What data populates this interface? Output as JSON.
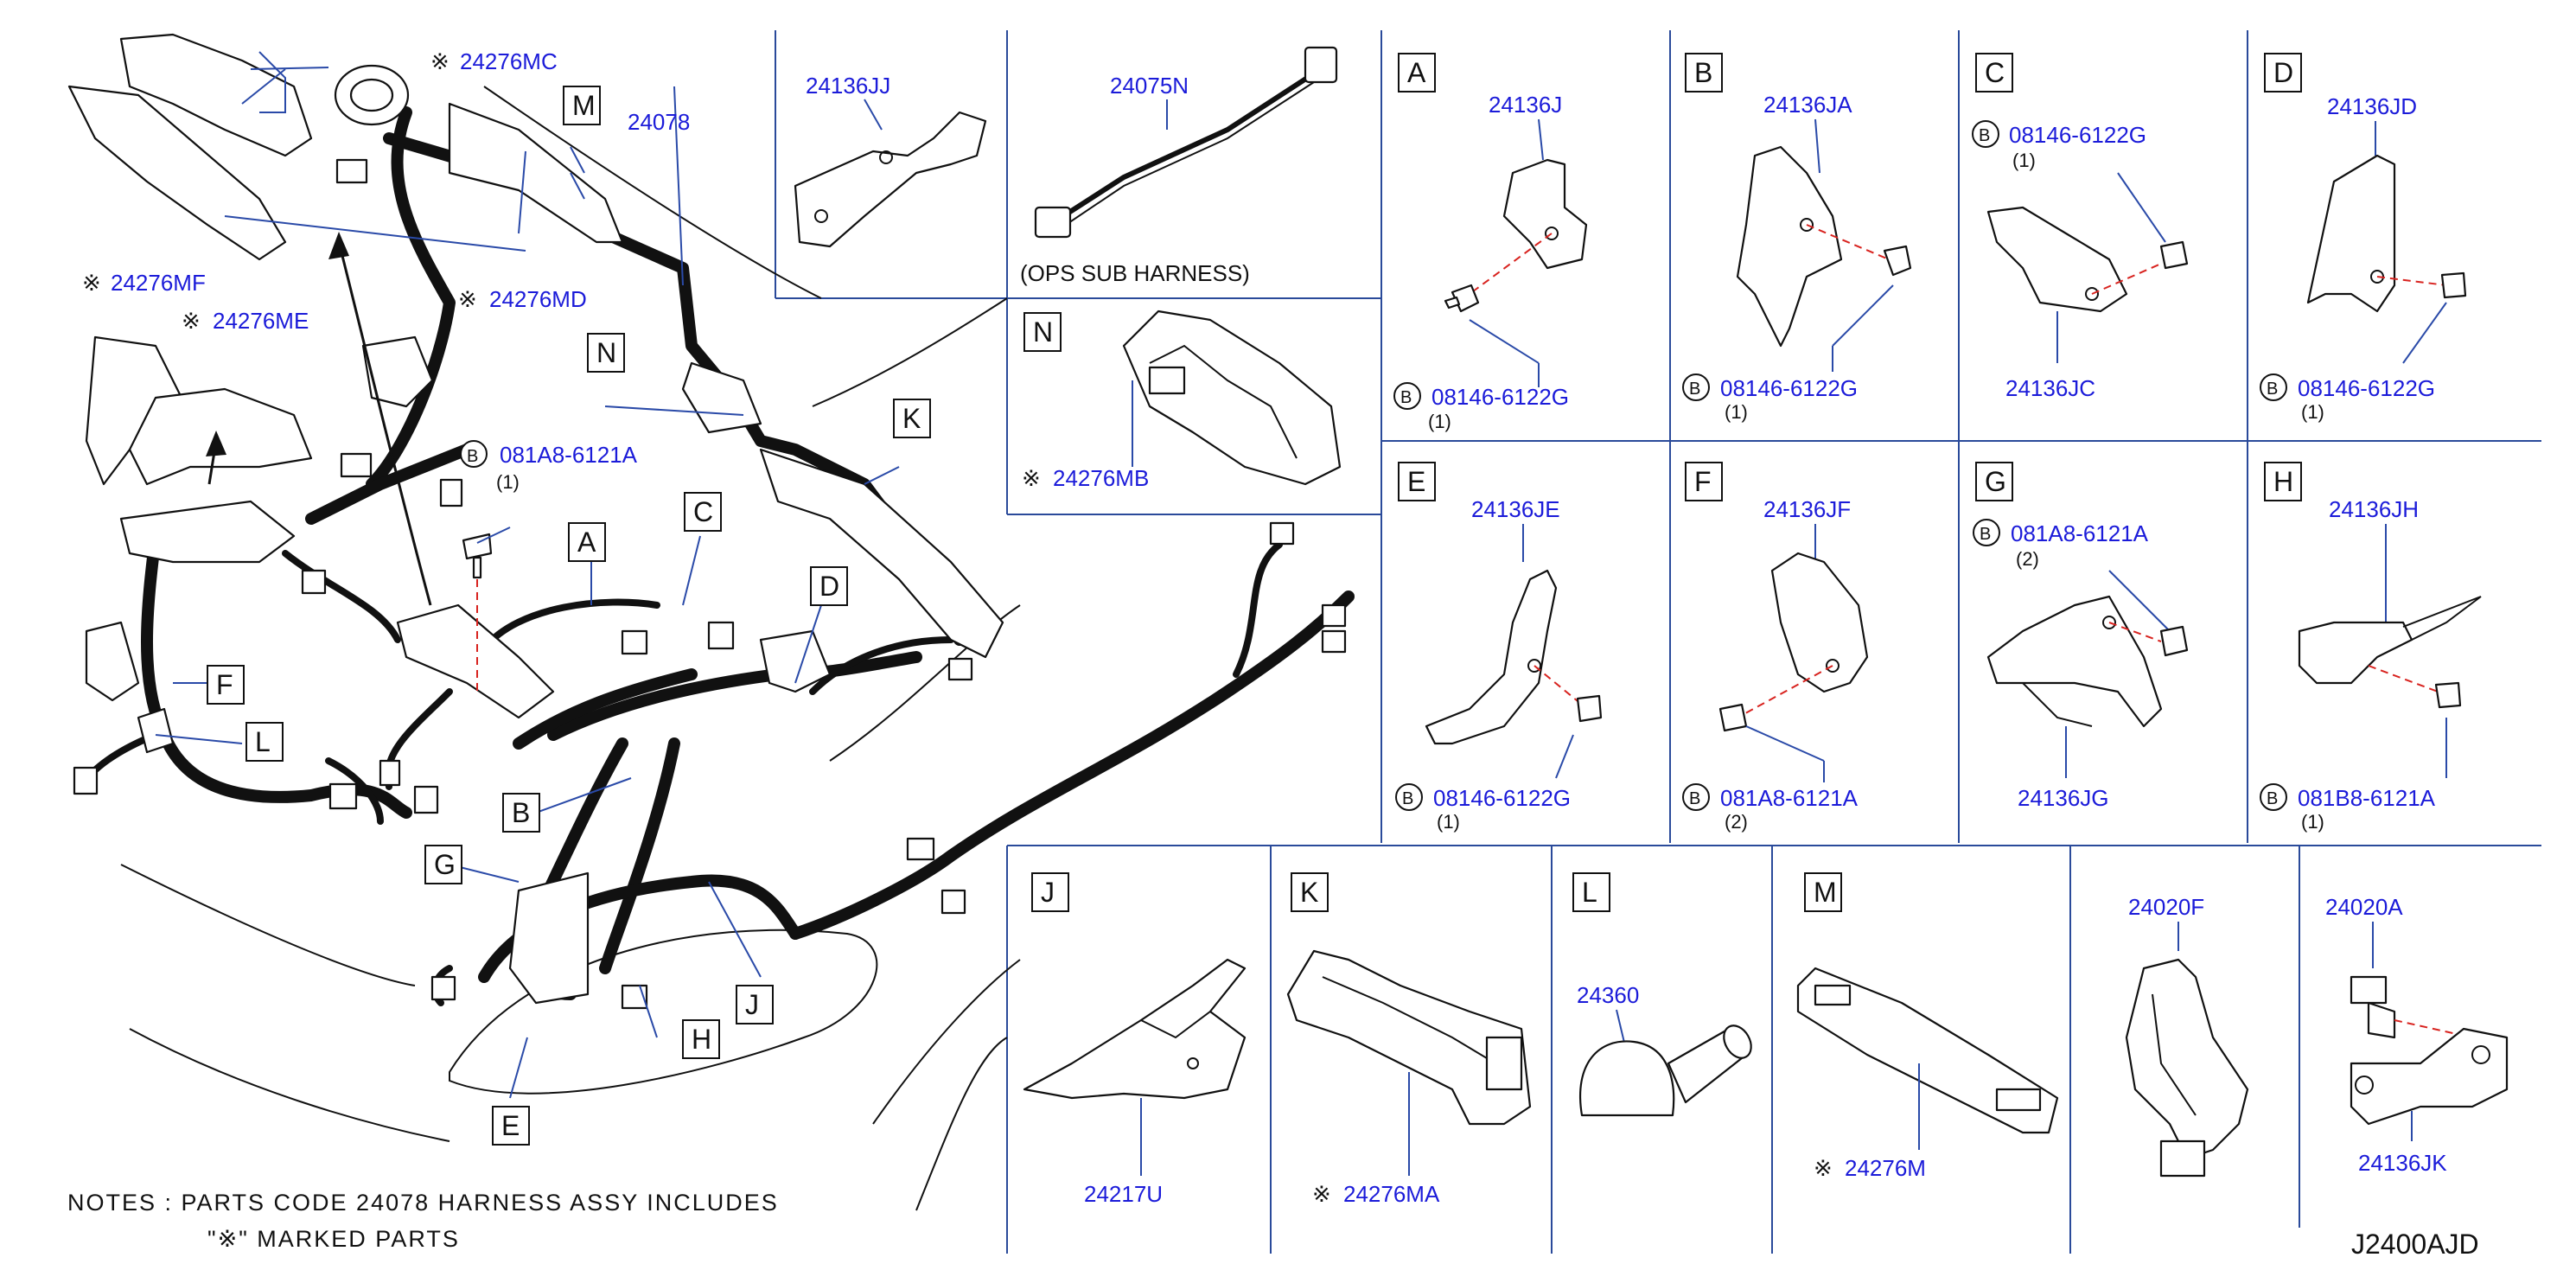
{
  "diagram_code": "J2400AJD",
  "notes": {
    "line1": "NOTES : PARTS CODE 24078 HARNESS ASSY INCLUDES",
    "line2": "\"※\" MARKED PARTS"
  },
  "marks": {
    "asterisk": "※",
    "bolt_b": "B"
  },
  "main_view": {
    "callouts": [
      "24276MC",
      "24276MF",
      "24276ME",
      "24276MD",
      "24078",
      "081A8-6121A",
      "(1)"
    ],
    "letters": [
      "M",
      "N",
      "K",
      "A",
      "C",
      "D",
      "F",
      "L",
      "B",
      "G",
      "H",
      "J",
      "E"
    ]
  },
  "cells": {
    "jj": {
      "part": "24136JJ"
    },
    "ops": {
      "part": "24075N",
      "caption": "(OPS SUB HARNESS)"
    },
    "N": {
      "letter": "N",
      "part": "24276MB"
    },
    "A": {
      "letter": "A",
      "part": "24136J",
      "bolt": "08146-6122G",
      "qty": "(1)"
    },
    "B": {
      "letter": "B",
      "part": "24136JA",
      "bolt": "08146-6122G",
      "qty": "(1)"
    },
    "C": {
      "letter": "C",
      "part": "24136JC",
      "bolt": "08146-6122G",
      "qty": "(1)"
    },
    "D": {
      "letter": "D",
      "part": "24136JD",
      "bolt": "08146-6122G",
      "qty": "(1)"
    },
    "E": {
      "letter": "E",
      "part": "24136JE",
      "bolt": "08146-6122G",
      "qty": "(1)"
    },
    "F": {
      "letter": "F",
      "part": "24136JF",
      "bolt": "081A8-6121A",
      "qty": "(2)"
    },
    "G": {
      "letter": "G",
      "part": "24136JG",
      "bolt": "081A8-6121A",
      "qty": "(2)"
    },
    "H": {
      "letter": "H",
      "part": "24136JH",
      "bolt": "081B8-6121A",
      "qty": "(1)"
    },
    "J": {
      "letter": "J",
      "part": "24217U"
    },
    "K": {
      "letter": "K",
      "part": "24276MA"
    },
    "L": {
      "letter": "L",
      "part": "24360"
    },
    "M": {
      "letter": "M",
      "part": "24276M"
    },
    "clip": {
      "part": "24020F"
    },
    "bolt2": {
      "part1": "24020A",
      "part2": "24136JK"
    }
  }
}
